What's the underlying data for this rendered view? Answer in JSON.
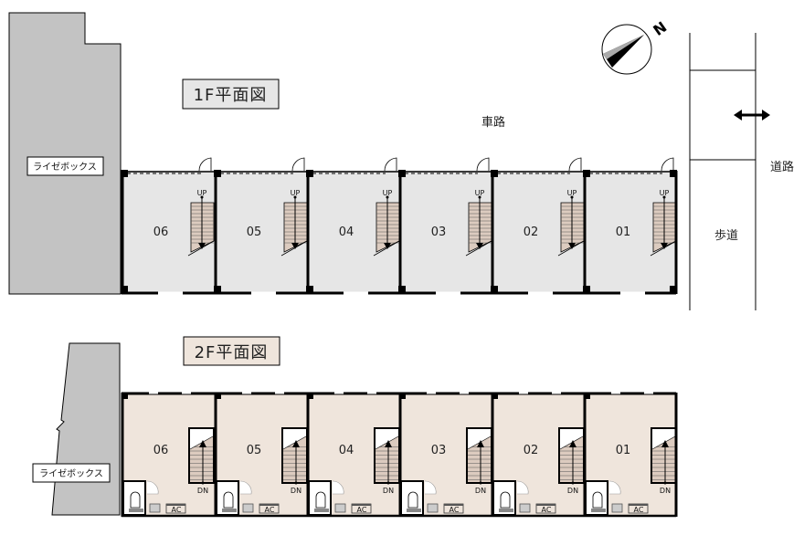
{
  "floor1": {
    "title": "1F平面図",
    "neighbor_label": "ライゼボックス",
    "stair_label": "UP",
    "units": [
      "06",
      "05",
      "04",
      "03",
      "02",
      "01"
    ]
  },
  "floor2": {
    "title": "2F平面図",
    "neighbor_label": "ライゼボックス",
    "stair_label": "DN",
    "ac_label": "AC",
    "units": [
      "06",
      "05",
      "04",
      "03",
      "02",
      "01"
    ]
  },
  "site": {
    "driveway": "車路",
    "road": "道路",
    "sidewalk": "歩道",
    "north": "N"
  },
  "colors": {
    "floor1_fill": "#e6e6e6",
    "floor2_fill": "#efe5dc",
    "stair_fill": "#dccbbf",
    "neighbor_fill": "#c3c3c3"
  }
}
